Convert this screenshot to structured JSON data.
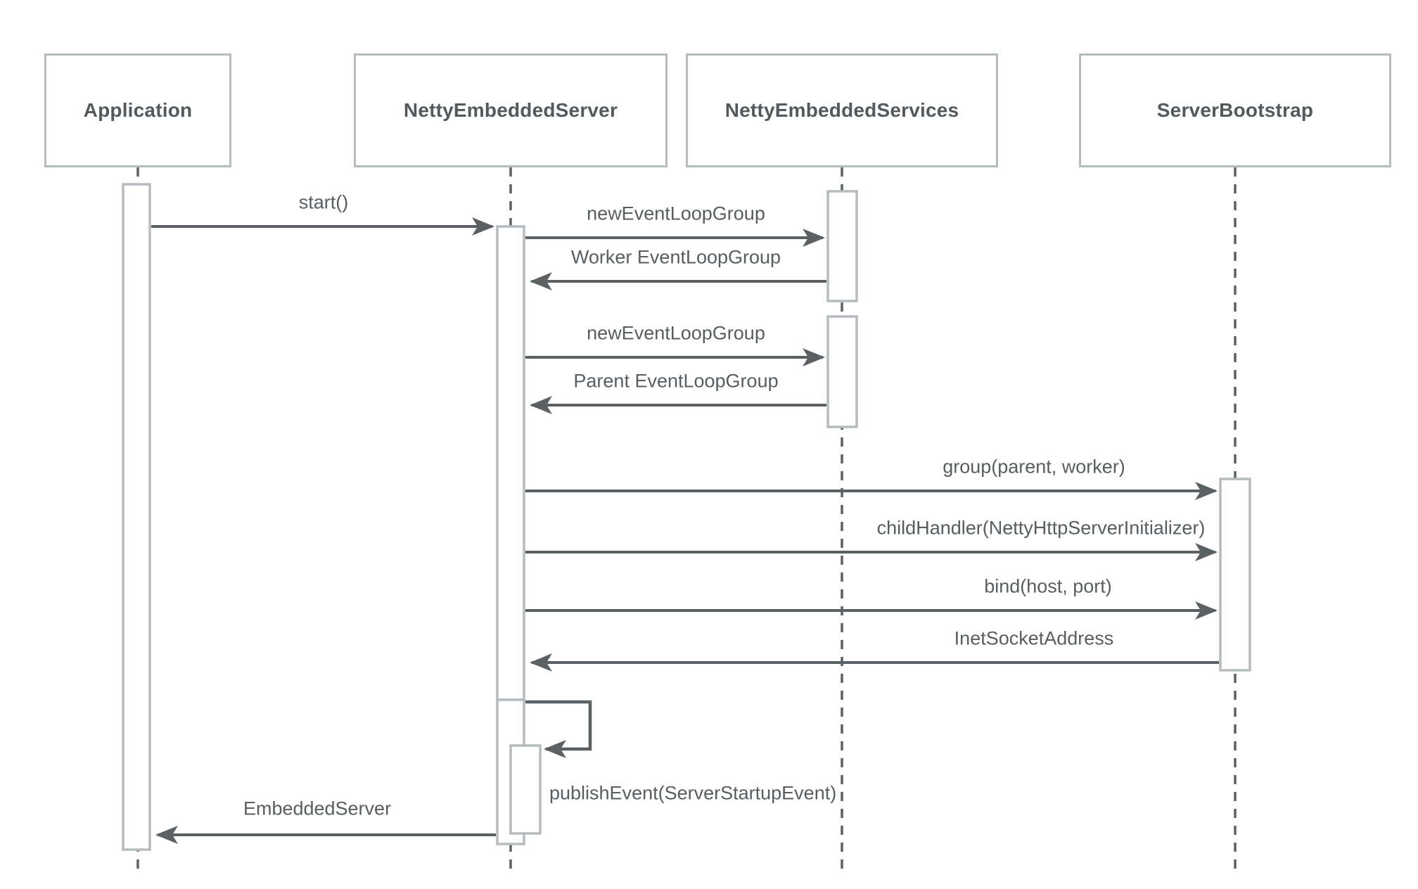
{
  "diagram": {
    "type": "uml-sequence-diagram",
    "participants": [
      {
        "id": "application",
        "name": "Application"
      },
      {
        "id": "netty-embedded-server",
        "name": "NettyEmbeddedServer"
      },
      {
        "id": "netty-embedded-services",
        "name": "NettyEmbeddedServices"
      },
      {
        "id": "server-bootstrap",
        "name": "ServerBootstrap"
      }
    ],
    "messages": [
      {
        "label": "start()",
        "from": "Application",
        "to": "NettyEmbeddedServer",
        "kind": "call"
      },
      {
        "label": "newEventLoopGroup",
        "from": "NettyEmbeddedServer",
        "to": "NettyEmbeddedServices",
        "kind": "call"
      },
      {
        "label": "Worker EventLoopGroup",
        "from": "NettyEmbeddedServices",
        "to": "NettyEmbeddedServer",
        "kind": "return"
      },
      {
        "label": "newEventLoopGroup",
        "from": "NettyEmbeddedServer",
        "to": "NettyEmbeddedServices",
        "kind": "call"
      },
      {
        "label": "Parent EventLoopGroup",
        "from": "NettyEmbeddedServices",
        "to": "NettyEmbeddedServer",
        "kind": "return"
      },
      {
        "label": "group(parent, worker)",
        "from": "NettyEmbeddedServer",
        "to": "ServerBootstrap",
        "kind": "call"
      },
      {
        "label": "childHandler(NettyHttpServerInitializer)",
        "from": "NettyEmbeddedServer",
        "to": "ServerBootstrap",
        "kind": "call"
      },
      {
        "label": "bind(host, port)",
        "from": "NettyEmbeddedServer",
        "to": "ServerBootstrap",
        "kind": "call"
      },
      {
        "label": "InetSocketAddress",
        "from": "ServerBootstrap",
        "to": "NettyEmbeddedServer",
        "kind": "return"
      },
      {
        "label": "publishEvent(ServerStartupEvent)",
        "from": "NettyEmbeddedServer",
        "to": "NettyEmbeddedServer",
        "kind": "self"
      },
      {
        "label": "EmbeddedServer",
        "from": "NettyEmbeddedServer",
        "to": "Application",
        "kind": "return"
      }
    ],
    "colors": {
      "background": "#ffffff",
      "line_dark": "#5b6063",
      "border_light": "#b6bcbe",
      "text": "#54595c"
    }
  }
}
